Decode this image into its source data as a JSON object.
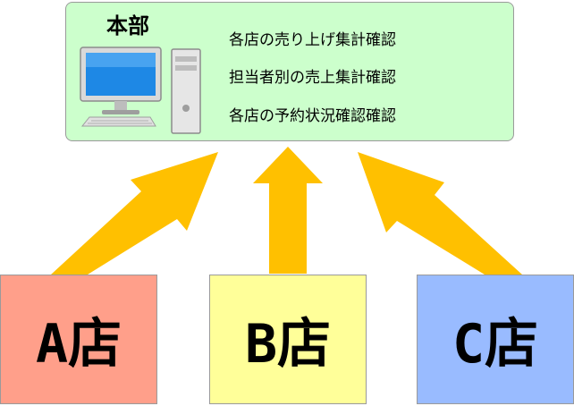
{
  "headquarters": {
    "title": "本部",
    "functions": [
      "各店の売り上げ集計確認",
      "担当者別の売上集計確認",
      "各店の予約状況確認確認"
    ]
  },
  "stores": [
    {
      "label": "A店"
    },
    {
      "label": "B店"
    },
    {
      "label": "C店"
    }
  ],
  "colors": {
    "hq_box": "#ccffcc",
    "arrow": "#ffc000",
    "store_a": "#ff9f8a",
    "store_b": "#ffff99",
    "store_c": "#99bbff"
  },
  "icons": [
    "desktop-computer-icon"
  ]
}
